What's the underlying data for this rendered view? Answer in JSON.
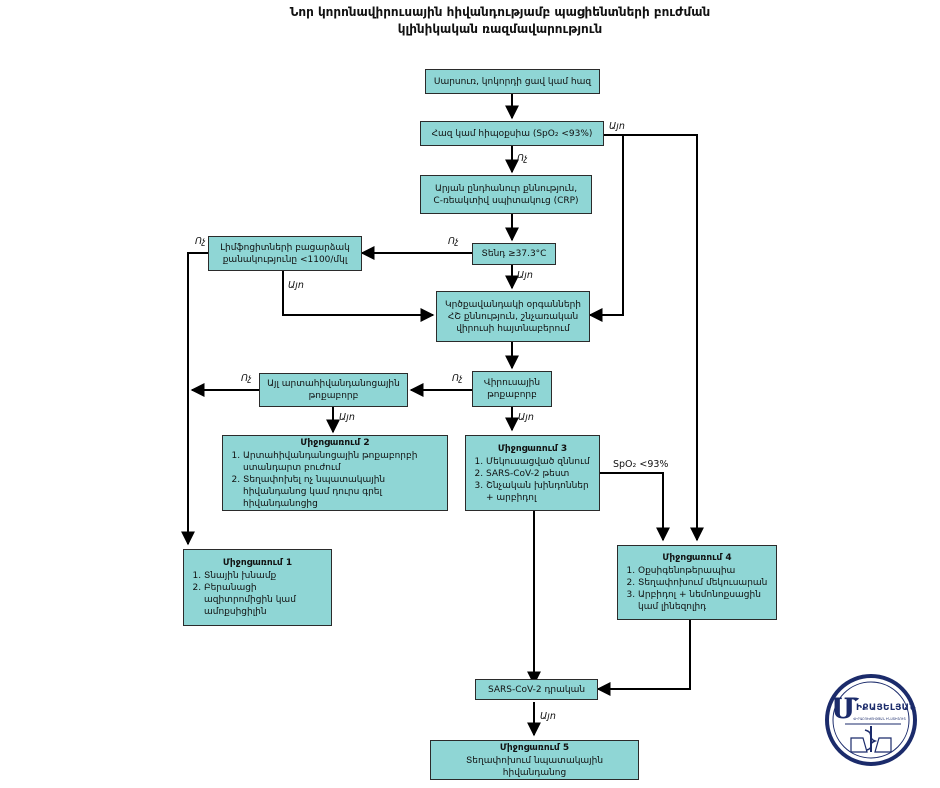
{
  "title": {
    "line1": "Նոր կորոնավիրուսային հիվանդությամբ պացիենտների բուժման",
    "line2": "կլինիկական ռազմավարություն"
  },
  "nodes": {
    "start": "Սարսուռ, կոկորդի ցավ կամ հազ",
    "hypoxia": "Հազ կամ հիպօքսիա (SpO₂ <93%)",
    "blood_l1": "Արյան ընդհանուր քննություն,",
    "blood_l2": "C-ռեակտիվ սպիտակուց (CRP)",
    "temp": "Տենդ ≥37.3°C",
    "lymph_l1": "Լիմֆոցիտների բացարձակ",
    "lymph_l2": "քանակությունը <1100/մկլ",
    "ct_l1": "Կրծքավանդակի օրգանների",
    "ct_l2": "ՀՇ քննություն, շնչառական",
    "ct_l3": "վիրուսի հայտնաբերում",
    "viral_l1": "Վիրուսային",
    "viral_l2": "թոքաբորբ",
    "nonviral_l1": "Այլ արտահիվանդանոցային",
    "nonviral_l2": "թոքաբորբ",
    "i2_title": "Միջոցառում 2",
    "i2_item1": "Արտահիվանդանոցային թոքաբորբի ստանդարտ բուժում",
    "i2_item2": "Տեղափոխել ոչ նպատակային հիվանդանոց կամ դուրս գրել հիվանդանոցից",
    "i3_title": "Միջոցառում 3",
    "i3_item1": "Մեկուսացված զննում",
    "i3_item2": "SARS-CoV-2 թեստ",
    "i3_item3": "Շնչական խինդոններ + արբիդոլ",
    "i1_title": "Միջոցառում 1",
    "i1_item1": "Տնային խնամք",
    "i1_item2": "Բերանացի ազիտրոմիցին կամ ամոքսիցիլին",
    "i4_title": "Միջոցառում 4",
    "i4_item1": "Օքսիգենոթերապիա",
    "i4_item2": "Տեղափոխում մեկուսարան",
    "i4_item3": "Արբիդոլ + նեմոնոքսացին կամ լինեզոլիդ",
    "sars": "SARS-CoV-2 դրական",
    "i5_title": "Միջոցառում 5",
    "i5_text": "Տեղափոխում նպատակային հիվանդանոց"
  },
  "edge_labels": {
    "yes": "Այո",
    "no": "Ոչ",
    "spo2": "SpO₂ <93%"
  },
  "colors": {
    "box_fill": "#8fd6d5",
    "box_border": "#2b2b2b",
    "line": "#000000",
    "logo": "#1b2b6b"
  },
  "logo": {
    "brand": "ՄԻՔԱՅԵԼՅԱՆ",
    "subtitle": "ՎԻՐԱԲՈՒԺՈՒԹՅԱՆ ԻՆՍՏԻՏՈՒՏ",
    "icon": "caduceus-icon"
  }
}
